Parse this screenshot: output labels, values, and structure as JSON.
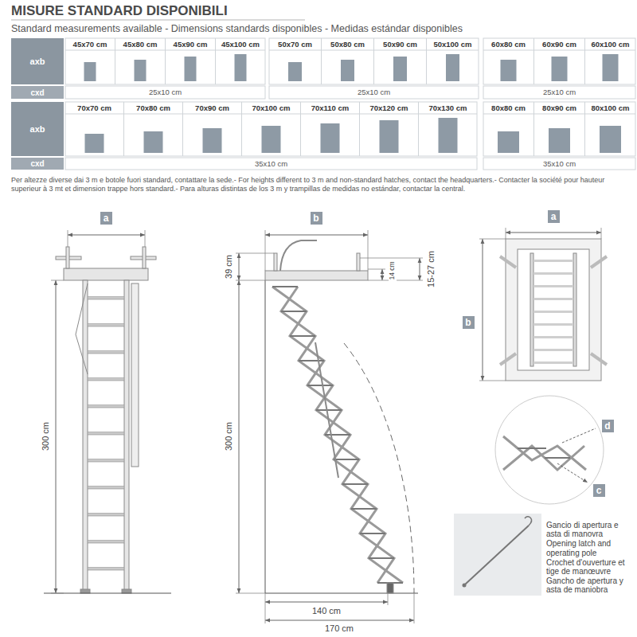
{
  "diagram": {
    "title": "MISURE STANDARD DISPONIBILI",
    "nodes": [
      {
        "text": [
          "axb"
        ]
      },
      {
        "text": [
          "cxd"
        ]
      },
      {
        "text": [
          "axb"
        ]
      },
      {
        "text": [
          "cxd"
        ]
      },
      {
        "text": [
          "a"
        ]
      },
      {
        "text": [
          "b"
        ]
      },
      {
        "text": [
          "a"
        ]
      },
      {
        "text": [
          "b"
        ]
      },
      {
        "text": [
          "d"
        ]
      },
      {
        "text": [
          "c"
        ]
      }
    ],
    "labels": [
      "Standard measurements available - Dimensions standards disponibles - Medidas estándar disponibles",
      "45x70 cm",
      "45x80 cm",
      "45x90 cm",
      "45x100 cm",
      "50x70 cm",
      "50x80 cm",
      "50x90 cm",
      "50x100 cm",
      "60x80 cm",
      "60x90 cm",
      "60x100 cm",
      "25x10 cm",
      "25x10 cm",
      "25x10 cm",
      "70x70 cm",
      "70x80 cm",
      "70x90 cm",
      "70x100 cm",
      "70x110 cm",
      "70x120 cm",
      "70x130 cm",
      "80x80 cm",
      "80x90 cm",
      "80x100 cm",
      "35x10 cm",
      "35x10 cm",
      "Per altezze diverse dai 3 m e botole fuori standard, contattare la sede.- For heights different to 3 m and non-standard hatches, contact the headquarters.- Contacter la société pour hauteur superieur à 3 mt et dimension trappe hors standard.- Para alturas distintas de los 3 m y trampillas de medidas no estándar, contactar la central.",
      "300 cm",
      "39 cm",
      "14 cm",
      "15-27 cm",
      "300 cm",
      "140 cm",
      "170 cm",
      "Gancio di apertura e asta di manovra",
      "Opening latch and operating pole",
      "Crochet d'ouverture et tige de manœuvre",
      "Gancho de apertura y asta de maniobra"
    ]
  }
}
